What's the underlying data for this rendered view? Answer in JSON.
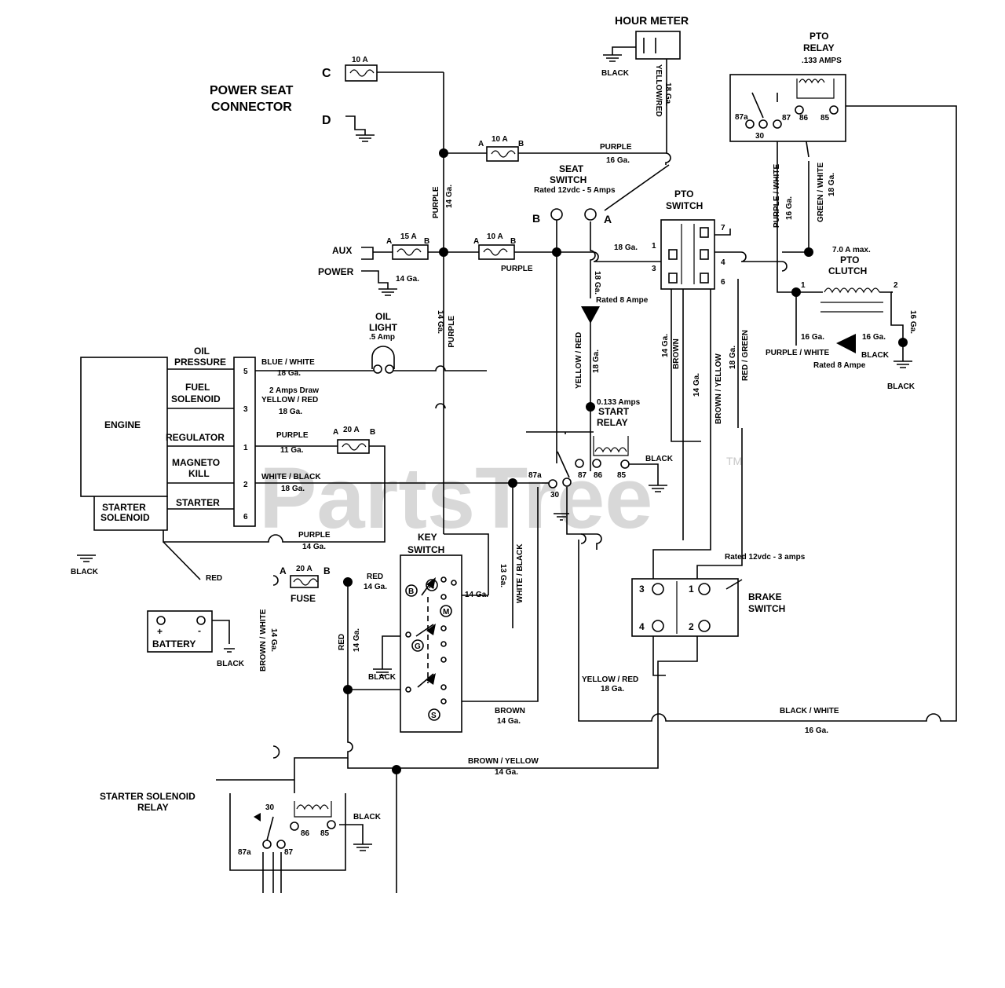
{
  "watermark": {
    "brand": "PartsTree",
    "tm": "TM"
  },
  "labels": {
    "hour_meter": "HOUR METER",
    "hour_meter_black": "BLACK",
    "yellow_red_vert": "YELLOW/RED",
    "ga18_vert_top": "18 Ga.",
    "pto_relay_1": "PTO",
    "pto_relay_2": "RELAY",
    "pto_relay_amps": ".133 AMPS",
    "pr_87a": "87a",
    "pr_87": "87",
    "pr_86": "86",
    "pr_85": "85",
    "pr_30": "30",
    "c": "C",
    "d": "D",
    "fuse_c": "10 A",
    "power_seat_1": "POWER SEAT",
    "power_seat_2": "CONNECTOR",
    "fuse_top_a": "A",
    "fuse_top": "10 A",
    "fuse_top_b": "B",
    "purple_top": "PURPLE",
    "ga16_top": "16 Ga.",
    "seat_switch_1": "SEAT",
    "seat_switch_2": "SWITCH",
    "seat_rated": "Rated 12vdc - 5 Amps",
    "seat_b": "B",
    "seat_a": "A",
    "purple_vert_1": "PURPLE",
    "ga14_vert_1": "14 Ga.",
    "purple_white_vert": "PURPLE / WHITE",
    "ga16_vert_pw": "16 Ga.",
    "green_white_vert": "GREEN / WHITE",
    "ga18_vert_gw": "18 Ga.",
    "pto_switch_1": "PTO",
    "pto_switch_2": "SWITCH",
    "ps_1": "1",
    "ps_3": "3",
    "ps_4": "4",
    "ps_7": "7",
    "ps_6": "6",
    "aux": "AUX",
    "power": "POWER",
    "ga14_power": "14 Ga.",
    "fuse_aux_a": "A",
    "fuse_aux": "15 A",
    "fuse_aux_b": "B",
    "fuse_mid_a": "A",
    "fuse_mid": "10 A",
    "fuse_mid_b": "B",
    "purple_mid": "PURPLE",
    "ga18_mid": "18 Ga.",
    "ga18_vert_seat": "18 Ga.",
    "rated_8_amp": "Rated 8 Ampe",
    "yellow_red_vert_2": "YELLOW / RED",
    "ga18_vert_2": "18 Ga.",
    "pto_clutch_amp": "7.0 A max.",
    "pto_clutch_1": "PTO",
    "pto_clutch_2": "CLUTCH",
    "pc_1": "1",
    "pc_2": "2",
    "ga16_pc_left": "16 Ga.",
    "ga16_pc_right": "16 Ga.",
    "ga16_vert_pc": "16 Ga.",
    "purple_white_h": "PURPLE / WHITE",
    "black_pc": "BLACK",
    "rated_8_ampe_pc": "Rated 8 Ampe",
    "black_pc_gnd": "BLACK",
    "ga14_vert_brown": "14 Ga.",
    "brown_vert": "BROWN",
    "ga14_vert_by": "14 Ga.",
    "brown_yellow_vert": "BROWN / YELLOW",
    "ga18_vert_rg": "18 Ga.",
    "red_green_vert": "RED / GREEN",
    "oil_light_1": "OIL",
    "oil_light_2": "LIGHT",
    "oil_light_amp": ".5 Amp",
    "engine": "ENGINE",
    "oil_pressure_1": "OIL",
    "oil_pressure_2": "PRESSURE",
    "fuel_solenoid_1": "FUEL",
    "fuel_solenoid_2": "SOLENOID",
    "regulator": "REGULATOR",
    "magneto_1": "MAGNETO",
    "magneto_2": "KILL",
    "starter": "STARTER",
    "starter_sol_1": "STARTER",
    "starter_sol_2": "SOLENOID",
    "pin_5": "5",
    "pin_3": "3",
    "pin_1": "1",
    "pin_2": "2",
    "pin_6": "6",
    "blue_white": "BLUE / WHITE",
    "ga18_bw": "18 Ga.",
    "amps_draw": "2 Amps Draw",
    "yellow_red_fs": "YELLOW / RED",
    "ga18_fs": "18 Ga.",
    "purple_reg": "PURPLE",
    "ga11_reg": "11 Ga.",
    "fuse_20_a": "A",
    "fuse_20": "20 A",
    "fuse_20_b": "B",
    "white_black": "WHITE / BLACK",
    "ga18_wb": "18 Ga.",
    "purple_bot": "PURPLE",
    "ga14_bot": "14 Ga.",
    "ga14_vert_mid": "14 Ga.",
    "purple_vert_mid": "PURPLE",
    "start_relay_amp": "0.133 Amps",
    "start_relay_1": "START",
    "start_relay_2": "RELAY",
    "sr_87a": "87a",
    "sr_87": "87",
    "sr_86": "86",
    "sr_85": "85",
    "sr_30": "30",
    "black_sr": "BLACK",
    "black_eng": "BLACK",
    "red_eng": "RED",
    "fuse2_a": "A",
    "fuse2": "20 A",
    "fuse2_b": "B",
    "fuse_label": "FUSE",
    "red_ks": "RED",
    "ga14_ks": "14 Ga.",
    "key_switch_1": "KEY",
    "key_switch_2": "SWITCH",
    "ks_b": "B",
    "ks_a": "A",
    "ks_m": "M",
    "ks_g": "G",
    "ks_s": "S",
    "ga14_ks_h": "14 Ga.",
    "ga13_vert": "13 Ga.",
    "white_black_vert": "WHITE / BLACK",
    "black_ks": "BLACK",
    "battery": "BATTERY",
    "bat_plus": "+",
    "bat_minus": "-",
    "black_bat": "BLACK",
    "brown_white_vert": "BROWN / WHITE",
    "ga14_vert_bw": "14 Ga.",
    "red_vert_left": "RED",
    "ga14_vert_left": "14 Ga.",
    "brown_h": "BROWN",
    "ga14_brown_h": "14 Ga.",
    "brake_rated": "Rated 12vdc - 3 amps",
    "bs_3": "3",
    "bs_1": "1",
    "bs_4": "4",
    "bs_2": "2",
    "brake_1": "BRAKE",
    "brake_2": "SWITCH",
    "yellow_red_bot": "YELLOW / RED",
    "ga18_yr_bot": "18 Ga.",
    "black_white_bot": "BLACK / WHITE",
    "ga16_bw_bot": "16 Ga.",
    "brown_yellow_bot": "BROWN / YELLOW",
    "ga14_by_bot": "14 Ga.",
    "ssr_1": "STARTER SOLENOID",
    "ssr_2": "RELAY",
    "ssr_30": "30",
    "ssr_86": "86",
    "ssr_85": "85",
    "ssr_87a": "87a",
    "ssr_87": "87",
    "black_ssr": "BLACK"
  }
}
